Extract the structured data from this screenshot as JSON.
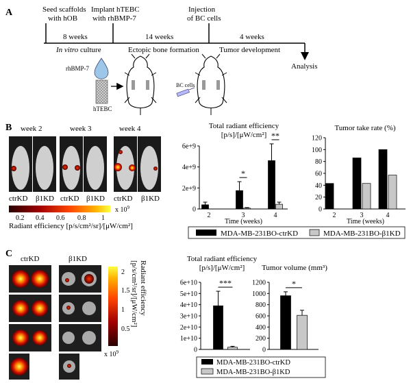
{
  "panelA": {
    "label": "A",
    "steps": [
      "Seed scaffolds",
      "with hOB",
      "Implant hTEBC",
      "with rhBMP-7",
      "Injection",
      "of BC cells"
    ],
    "durations": [
      "8 weeks",
      "14 weeks",
      "4 weeks"
    ],
    "phase_invitro_italic": "In vitro",
    "phase_invitro_rest": " culture",
    "phases": [
      "Ectopic bone formation",
      "Tumor development"
    ],
    "analysis": "Analysis",
    "labels": {
      "rhbmp7": "rhBMP-7",
      "htebc": "hTEBC",
      "bc_cells": "BC cells"
    }
  },
  "panelB": {
    "label": "B",
    "weeks": [
      "week 2",
      "week 3",
      "week 4"
    ],
    "groups": [
      "ctrKD",
      "β1KD"
    ],
    "colorbar": {
      "ticks": [
        "0.2",
        "0.4",
        "0.6",
        "0.8",
        "1"
      ],
      "exp": "x 10",
      "exp_sup": "9",
      "title": "Radiant efficiency [p/s/cm²/sr]/[μW/cm²]"
    }
  },
  "panelC": {
    "label": "C",
    "groups": [
      "ctrKD",
      "β1KD"
    ],
    "colorbar": {
      "ticks": [
        "2",
        "1.5",
        "1",
        "0.5"
      ],
      "exp": "x 10",
      "exp_sup": "9",
      "title1": "Radiant efficiency",
      "title2": "[p/s/cm²/sr]/[μW/cm²]"
    }
  },
  "legends": {
    "B": [
      "MDA-MB-231BO-ctrKD",
      "MDA-MB-231BO-β1KD"
    ],
    "C": [
      "MDA-MB-231BO-ctrKD",
      "MDA-MB-231BO-β1KD"
    ]
  },
  "colors": {
    "ctr": "#000000",
    "b1": "#c8c8c8"
  },
  "chart_data": [
    {
      "id": "b_eff",
      "type": "bar",
      "title": "Total radiant efficiency",
      "subtitle": "[p/s]/[μW/cm²]",
      "xlabel": "Time (weeks)",
      "categories": [
        "2",
        "3",
        "4"
      ],
      "yticks": [
        "0",
        "2e+9",
        "4e+9",
        "6e+9"
      ],
      "ylim": [
        0,
        6
      ],
      "series": [
        {
          "name": "MDA-MB-231BO-ctrKD",
          "values": [
            0.4,
            1.75,
            4.6
          ],
          "err": [
            0.25,
            0.85,
            1.6
          ]
        },
        {
          "name": "MDA-MB-231BO-β1KD",
          "values": [
            0,
            0.08,
            0.45
          ],
          "err": [
            0,
            0.05,
            0.2
          ]
        }
      ],
      "annotations": [
        {
          "cat": 1,
          "text": "*"
        },
        {
          "cat": 2,
          "text": "**"
        }
      ]
    },
    {
      "id": "b_take",
      "type": "bar",
      "title": "Tumor take rate (%)",
      "xlabel": "Time (weeks)",
      "categories": [
        "2",
        "3",
        "4"
      ],
      "yticks": [
        "0",
        "20",
        "40",
        "60",
        "80",
        "100",
        "120"
      ],
      "ylim": [
        0,
        120
      ],
      "series": [
        {
          "name": "MDA-MB-231BO-ctrKD",
          "values": [
            43,
            86,
            100
          ]
        },
        {
          "name": "MDA-MB-231BO-β1KD",
          "values": [
            0,
            43,
            57
          ]
        }
      ]
    },
    {
      "id": "c_eff",
      "type": "bar",
      "title": "Total radiant efficiency",
      "subtitle": "[p/s]/[μW/cm²]",
      "yticks": [
        "0",
        "1e+10",
        "2e+10",
        "3e+10",
        "4e+10",
        "5e+10",
        "6e+10"
      ],
      "ylim": [
        0,
        6
      ],
      "series": [
        {
          "name": "MDA-MB-231BO-ctrKD",
          "values": [
            3.9
          ],
          "err": [
            1.3
          ]
        },
        {
          "name": "MDA-MB-231BO-β1KD",
          "values": [
            0.2
          ],
          "err": [
            0.08
          ]
        }
      ],
      "annotations": [
        {
          "text": "***"
        }
      ]
    },
    {
      "id": "c_vol",
      "type": "bar",
      "title": "Tumor volume (mm³)",
      "yticks": [
        "0",
        "200",
        "400",
        "600",
        "800",
        "1000",
        "1200"
      ],
      "ylim": [
        0,
        1200
      ],
      "series": [
        {
          "name": "MDA-MB-231BO-ctrKD",
          "values": [
            960
          ],
          "err": [
            70
          ]
        },
        {
          "name": "MDA-MB-231BO-β1KD",
          "values": [
            610
          ],
          "err": [
            90
          ]
        }
      ],
      "annotations": [
        {
          "text": "*"
        }
      ]
    }
  ]
}
